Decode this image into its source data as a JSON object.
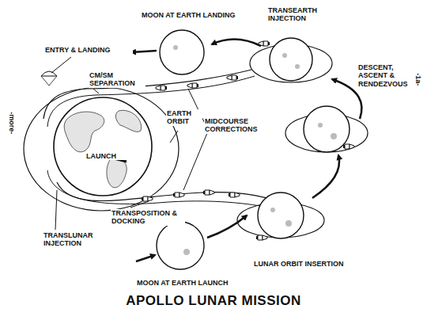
{
  "diagram": {
    "title": "APOLLO LUNAR MISSION",
    "labels": [
      "MOON AT EARTH LANDING",
      "TRANSEARTH INJECTION",
      "ENTRY & LANDING",
      "CM/SM SEPARATION",
      "EARTH ORBIT",
      "MIDCOURSE CORRECTIONS",
      "DESCENT, ASCENT & RENDEZVOUS",
      "LAUNCH",
      "TRANSPOSITION & DOCKING",
      "TRANSLUNAR INJECTION",
      "LUNAR ORBIT INSERTION",
      "MOON AT EARTH LAUNCH",
      "-more-",
      "-1a-"
    ]
  }
}
